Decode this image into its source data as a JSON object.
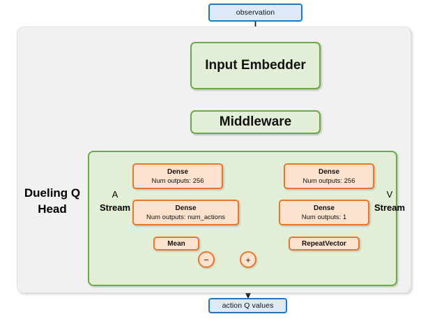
{
  "diagram": {
    "title_label": "Dueling Q Head",
    "input_node": {
      "label": "observation"
    },
    "output_node": {
      "label": "action Q values"
    },
    "backbone": [
      {
        "name": "input-embedder",
        "label": "Input Embedder"
      },
      {
        "name": "middleware",
        "label": "Middleware"
      }
    ],
    "streams": {
      "advantage": {
        "label_line1": "A",
        "label_line2": "Stream",
        "layers": [
          {
            "title": "Dense",
            "detail": "Num outputs: 256"
          },
          {
            "title": "Dense",
            "detail": "Num outputs: num_actions"
          },
          {
            "title": "Mean",
            "detail": ""
          }
        ]
      },
      "value": {
        "label_line1": "V",
        "label_line2": "Stream",
        "layers": [
          {
            "title": "Dense",
            "detail": "Num outputs: 256"
          },
          {
            "title": "Dense",
            "detail": "Num outputs: 1"
          },
          {
            "title": "RepeatVector",
            "detail": ""
          }
        ]
      }
    },
    "operators": [
      {
        "name": "subtract",
        "symbol": "−"
      },
      {
        "name": "add",
        "symbol": "+"
      }
    ],
    "colors": {
      "io_fill": "#dce9f7",
      "io_border": "#1f77c4",
      "module_fill": "#e2eed5",
      "module_border": "#6aaa46",
      "layer_fill": "#fde2cd",
      "layer_border": "#e8772e",
      "panel_fill": "#f1f1f1",
      "edge": "#1a1a1a"
    }
  }
}
